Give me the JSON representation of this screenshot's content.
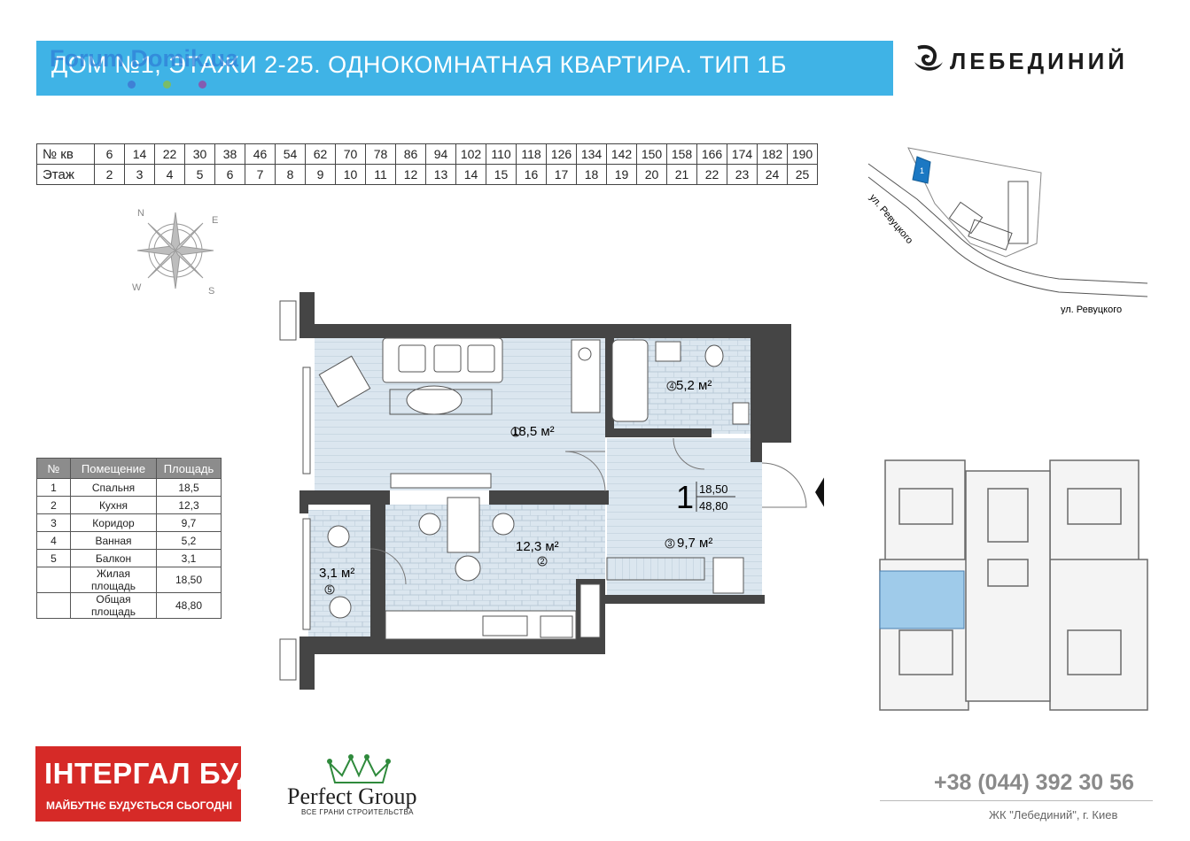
{
  "header": {
    "title": "ДОМ №1, ЭТАЖИ 2-25. ОДНОКОМНАТНАЯ КВАРТИРА. ТИП 1Б",
    "watermark": "Forum Domik.ua"
  },
  "brand": {
    "name": "ЛЕБЕДИНИЙ"
  },
  "apartment_table": {
    "row1_label": "№ кв",
    "row2_label": "Этаж",
    "apartments": [
      "6",
      "14",
      "22",
      "30",
      "38",
      "46",
      "54",
      "62",
      "70",
      "78",
      "86",
      "94",
      "102",
      "110",
      "118",
      "126",
      "134",
      "142",
      "150",
      "158",
      "166",
      "174",
      "182",
      "190"
    ],
    "floors": [
      "2",
      "3",
      "4",
      "5",
      "6",
      "7",
      "8",
      "9",
      "10",
      "11",
      "12",
      "13",
      "14",
      "15",
      "16",
      "17",
      "18",
      "19",
      "20",
      "21",
      "22",
      "23",
      "24",
      "25"
    ]
  },
  "rooms_table": {
    "headers": [
      "№",
      "Помещение",
      "Площадь"
    ],
    "rows": [
      {
        "num": "1",
        "name": "Спальня",
        "area": "18,5"
      },
      {
        "num": "2",
        "name": "Кухня",
        "area": "12,3"
      },
      {
        "num": "3",
        "name": "Коридор",
        "area": "9,7"
      },
      {
        "num": "4",
        "name": "Ванная",
        "area": "5,2"
      },
      {
        "num": "5",
        "name": "Балкон",
        "area": "3,1"
      }
    ],
    "living_label": "Жилая площадь",
    "living_value": "18,50",
    "total_label": "Общая площадь",
    "total_value": "48,80"
  },
  "plan": {
    "room1": "18,5 м²",
    "room1_num": "1",
    "room2": "12,3 м²",
    "room2_num": "2",
    "room3": "9,7 м²",
    "room3_num": "3",
    "room4": "5,2 м²",
    "room4_num": "4",
    "room5": "3,1 м²",
    "room5_num": "5",
    "badge_num": "1",
    "badge_living": "18,50",
    "badge_total": "48,80"
  },
  "compass": {
    "n": "N",
    "e": "E",
    "s": "S",
    "w": "W"
  },
  "site_map": {
    "street1": "ул. Ревуцкого",
    "street2": "ул. Ревуцкого",
    "marker": "1"
  },
  "footer": {
    "phone": "+38 (044) 392 30 56",
    "city": "ЖК \"Лебединий\", г. Киев",
    "integral_title": "ІНТЕРГАЛ БУД",
    "integral_slogan": "МАЙБУТНЄ БУДУЄТЬСЯ СЬОГОДНІ",
    "perfect_name": "Perfect Group",
    "perfect_slogan": "ВСЕ ГРАНИ СТРОИТЕЛЬСТВА"
  },
  "colors": {
    "accent": "#3fb3e6",
    "wall": "#454545",
    "floor": "#dbe6ef",
    "red": "#d62a27",
    "green": "#2f8a3c"
  }
}
